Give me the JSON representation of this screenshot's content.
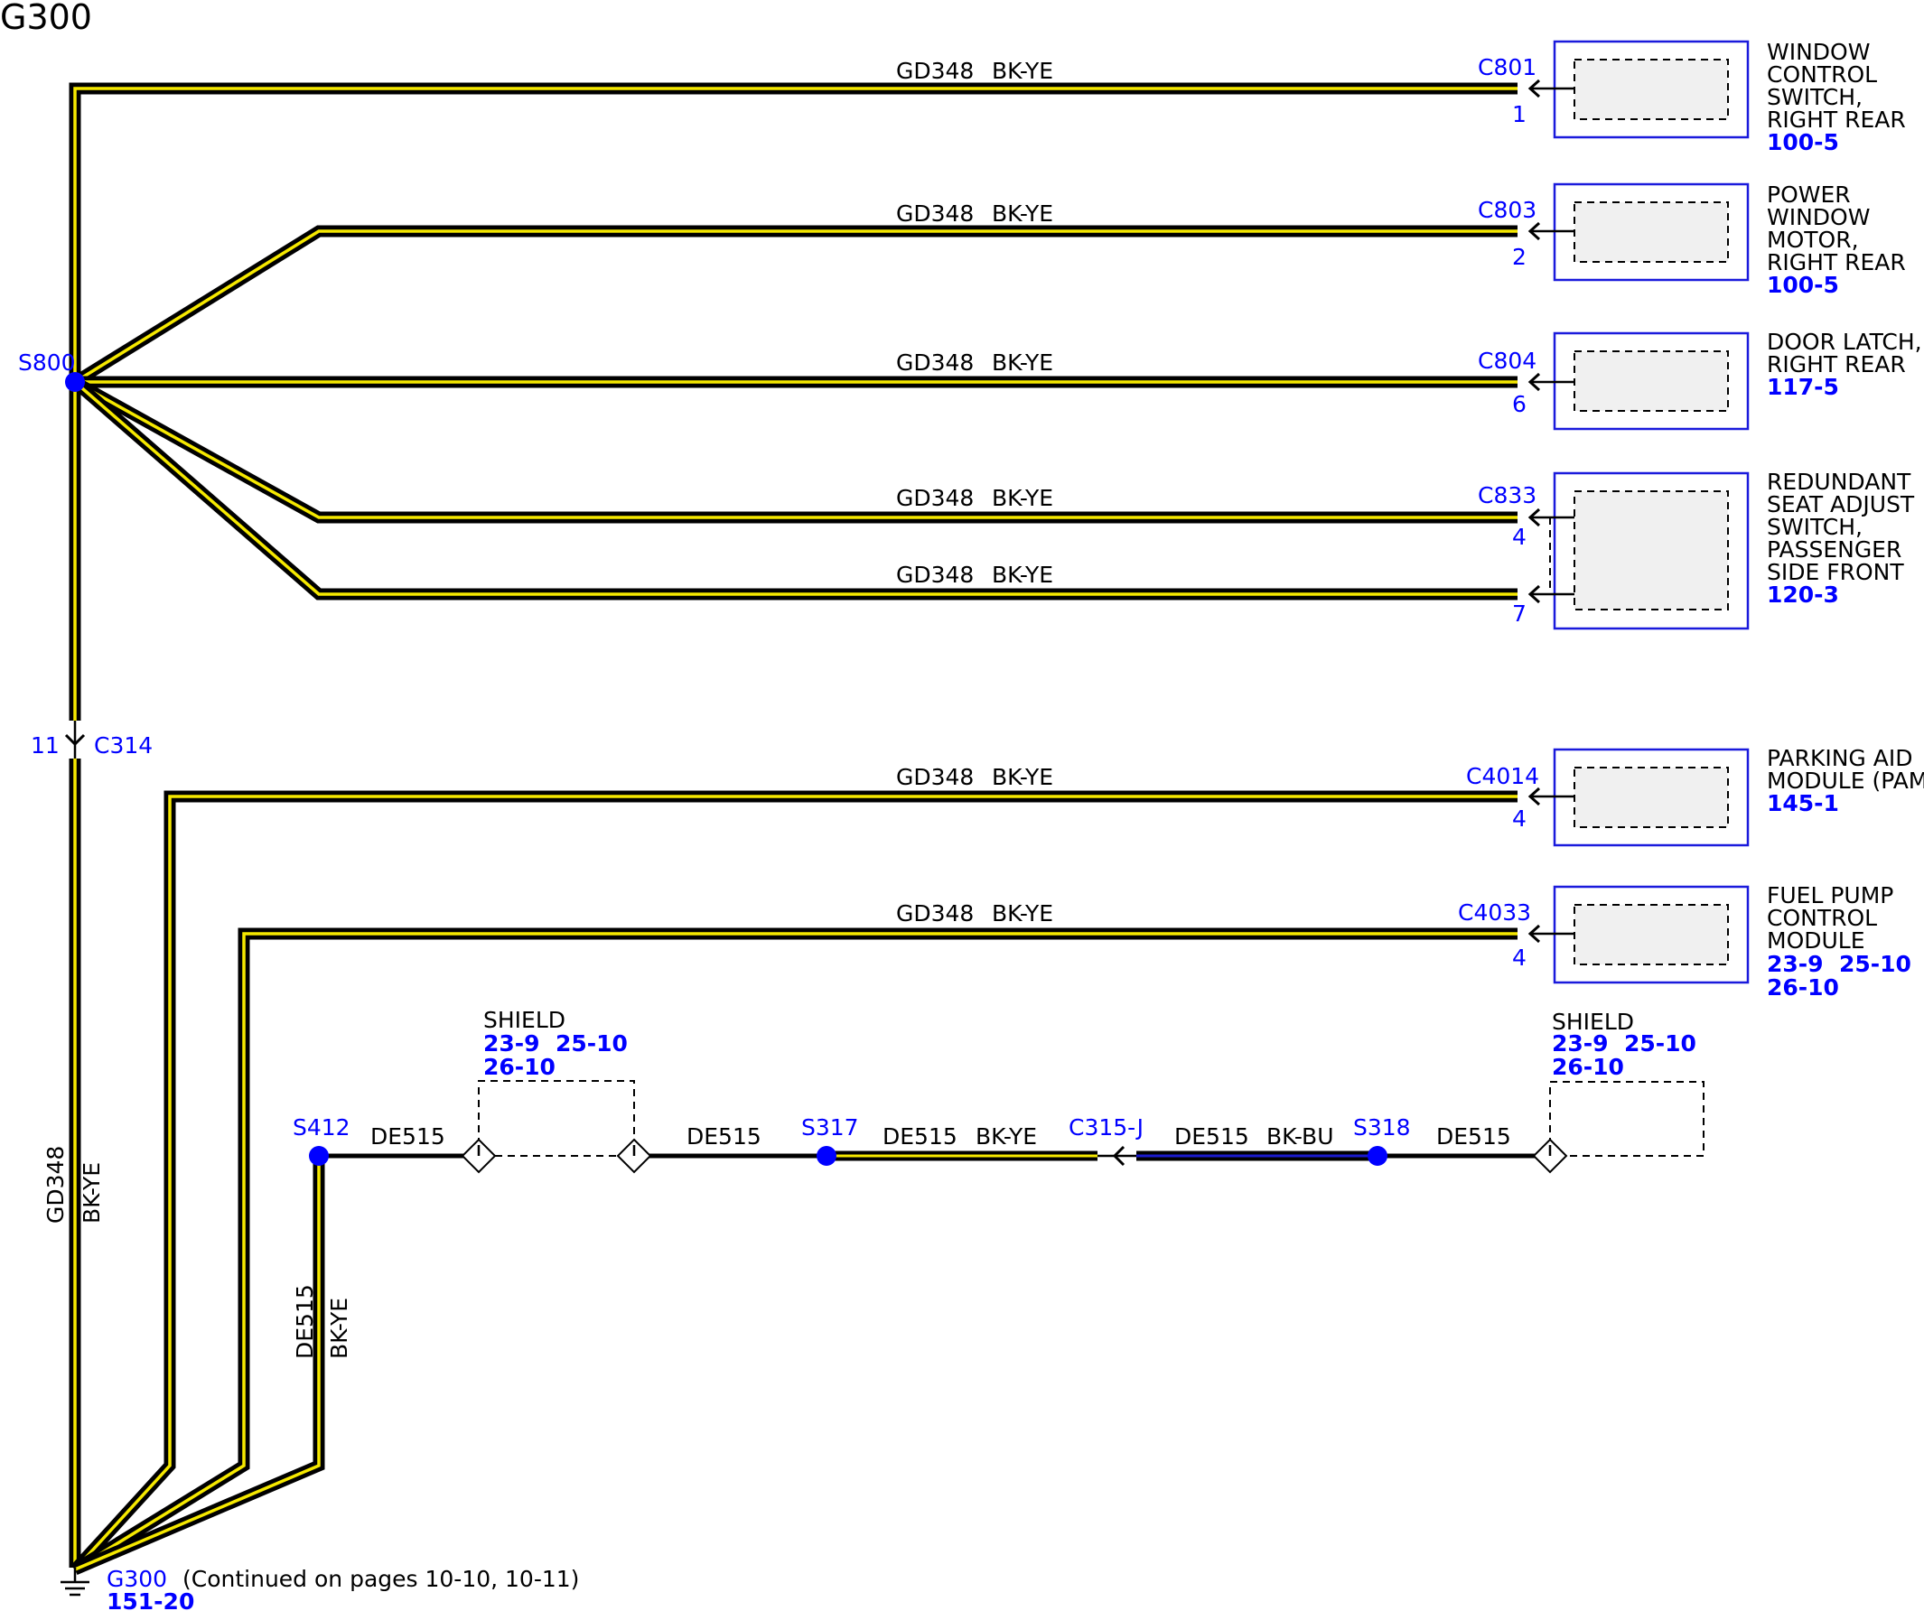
{
  "title": "G300",
  "colors": {
    "wire_black": "#000000",
    "wire_yellow": "#f5e800",
    "wire_blue": "#1a1acc",
    "reference_blue": "#0000ff",
    "box_border": "#1a1adc"
  },
  "splices": {
    "s800": "S800",
    "s412": "S412",
    "s317": "S317",
    "s318": "S318"
  },
  "wire_labels": {
    "gd348": "GD348",
    "de515": "DE515",
    "bk_ye": "BK-YE",
    "bk_bu": "BK-BU"
  },
  "inline_connector_c314": {
    "id": "C314",
    "pin": "11"
  },
  "inline_connector_c315": {
    "id": "C315-J"
  },
  "components": [
    {
      "connector": "C801",
      "pin": "1",
      "name": [
        "WINDOW",
        "CONTROL",
        "SWITCH,",
        "RIGHT REAR"
      ],
      "pages": [
        "100-5"
      ]
    },
    {
      "connector": "C803",
      "pin": "2",
      "name": [
        "POWER",
        "WINDOW",
        "MOTOR,",
        "RIGHT REAR"
      ],
      "pages": [
        "100-5"
      ]
    },
    {
      "connector": "C804",
      "pin": "6",
      "name": [
        "DOOR LATCH,",
        "RIGHT REAR"
      ],
      "pages": [
        "117-5"
      ]
    },
    {
      "connector": "C833",
      "pins": [
        "4",
        "7"
      ],
      "name": [
        "REDUNDANT",
        "SEAT ADJUST",
        "SWITCH,",
        "PASSENGER",
        "SIDE FRONT"
      ],
      "pages": [
        "120-3"
      ]
    },
    {
      "connector": "C4014",
      "pin": "4",
      "name": [
        "PARKING AID",
        "MODULE (PAM)"
      ],
      "pages": [
        "145-1"
      ]
    },
    {
      "connector": "C4033",
      "pin": "4",
      "name": [
        "FUEL PUMP",
        "CONTROL",
        "MODULE"
      ],
      "pages": [
        "23-9  25-10",
        "26-10"
      ]
    }
  ],
  "shields": [
    {
      "label": "SHIELD",
      "pages": [
        "23-9  25-10",
        "26-10"
      ]
    },
    {
      "label": "SHIELD",
      "pages": [
        "23-9  25-10",
        "26-10"
      ]
    }
  ],
  "ground": {
    "id": "G300",
    "page": "151-20",
    "note": "(Continued on pages 10-10, 10-11)"
  }
}
